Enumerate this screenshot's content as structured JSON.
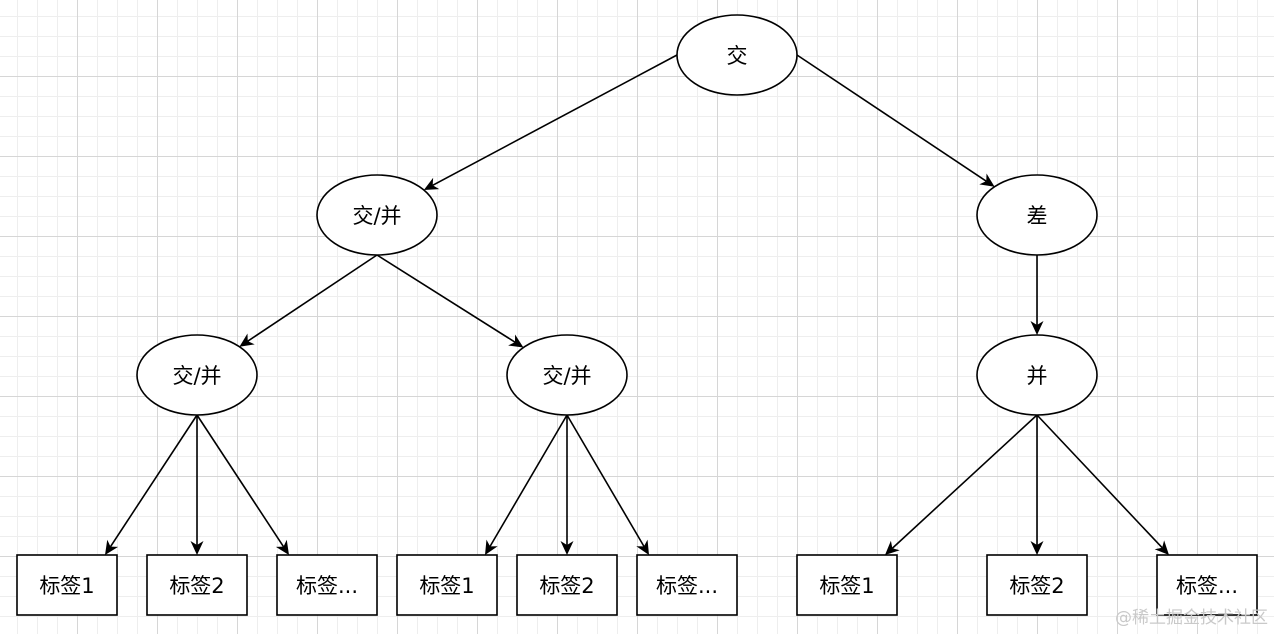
{
  "diagram": {
    "type": "tree",
    "nodes": [
      {
        "id": "root",
        "label": "交",
        "shape": "ellipse"
      },
      {
        "id": "l1a",
        "label": "交/并",
        "shape": "ellipse"
      },
      {
        "id": "l1b",
        "label": "差",
        "shape": "ellipse"
      },
      {
        "id": "l2a",
        "label": "交/并",
        "shape": "ellipse"
      },
      {
        "id": "l2b",
        "label": "交/并",
        "shape": "ellipse"
      },
      {
        "id": "l2c",
        "label": "并",
        "shape": "ellipse"
      },
      {
        "id": "t1",
        "label": "标签1",
        "shape": "rect"
      },
      {
        "id": "t2",
        "label": "标签2",
        "shape": "rect"
      },
      {
        "id": "t3",
        "label": "标签...",
        "shape": "rect"
      },
      {
        "id": "t4",
        "label": "标签1",
        "shape": "rect"
      },
      {
        "id": "t5",
        "label": "标签2",
        "shape": "rect"
      },
      {
        "id": "t6",
        "label": "标签...",
        "shape": "rect"
      },
      {
        "id": "t7",
        "label": "标签1",
        "shape": "rect"
      },
      {
        "id": "t8",
        "label": "标签2",
        "shape": "rect"
      },
      {
        "id": "t9",
        "label": "标签...",
        "shape": "rect"
      }
    ],
    "edges": [
      {
        "from": "root",
        "to": "l1a"
      },
      {
        "from": "root",
        "to": "l1b"
      },
      {
        "from": "l1a",
        "to": "l2a"
      },
      {
        "from": "l1a",
        "to": "l2b"
      },
      {
        "from": "l1b",
        "to": "l2c"
      },
      {
        "from": "l2a",
        "to": "t1"
      },
      {
        "from": "l2a",
        "to": "t2"
      },
      {
        "from": "l2a",
        "to": "t3"
      },
      {
        "from": "l2b",
        "to": "t4"
      },
      {
        "from": "l2b",
        "to": "t5"
      },
      {
        "from": "l2b",
        "to": "t6"
      },
      {
        "from": "l2c",
        "to": "t7"
      },
      {
        "from": "l2c",
        "to": "t8"
      },
      {
        "from": "l2c",
        "to": "t9"
      }
    ]
  },
  "watermark": "@稀土掘金技术社区"
}
